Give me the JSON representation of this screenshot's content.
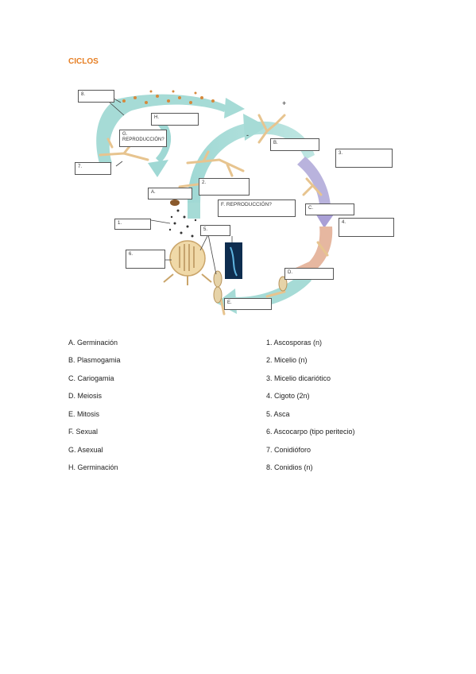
{
  "title": "CICLOS",
  "diagram": {
    "boxes": {
      "b8": "8.",
      "bH": "H.",
      "bG": "G.",
      "bG2": "REPRODUCCIÓN?",
      "b7": "7.",
      "bA": "A.",
      "b2": "2.",
      "bF": "F. REPRODUCCIÓN?",
      "bB": "B.",
      "b3": "3.",
      "bC": "C.",
      "b4": "4.",
      "b1": "1.",
      "b5": "5.",
      "b6": "6.",
      "bD": "D.",
      "bE": "E."
    },
    "plus": "+",
    "minus": "-"
  },
  "legend_left": [
    "A. Germinación",
    "B. Plasmogamia",
    "C. Cariogamia",
    "D. Meiosis",
    "E. Mitosis",
    "F. Sexual",
    "G. Asexual",
    "H. Germinación"
  ],
  "legend_right": [
    "1. Ascosporas (n)",
    "2. Micelio (n)",
    "3. Micelio dicariótico",
    "4. Cigoto (2n)",
    "5. Asca",
    "6. Ascocarpo (tipo peritecio)",
    "7. Conidióforo",
    "8. Conidios (n)"
  ]
}
